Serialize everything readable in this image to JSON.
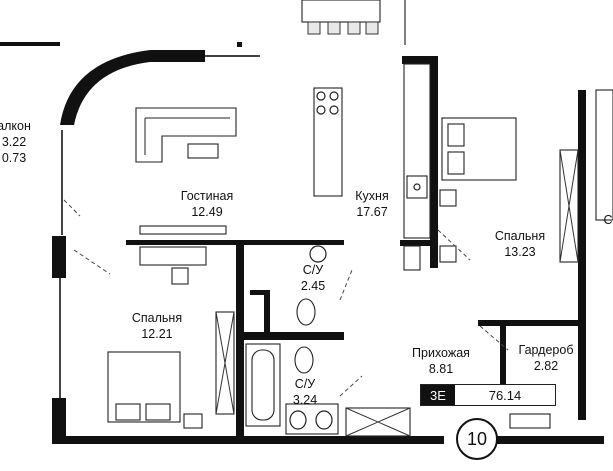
{
  "rooms": {
    "balcony": {
      "name": "алкон",
      "area1": "3.22",
      "area2": "0.73"
    },
    "living": {
      "name": "Гостиная",
      "area": "12.49"
    },
    "kitchen": {
      "name": "Кухня",
      "area": "17.67"
    },
    "bedroom_right": {
      "name": "Спальня",
      "area": "13.23"
    },
    "bath1": {
      "name": "С/У",
      "area": "2.45"
    },
    "bedroom_left": {
      "name": "Спальня",
      "area": "12.21"
    },
    "hall": {
      "name": "Прихожая",
      "area": "8.81"
    },
    "wardrobe": {
      "name": "Гардероб",
      "area": "2.82"
    },
    "bath2": {
      "name": "С/У",
      "area": "3.24"
    },
    "edge_letter": "С"
  },
  "badge": {
    "code": "3E",
    "area": "76.14"
  },
  "floor": "10"
}
